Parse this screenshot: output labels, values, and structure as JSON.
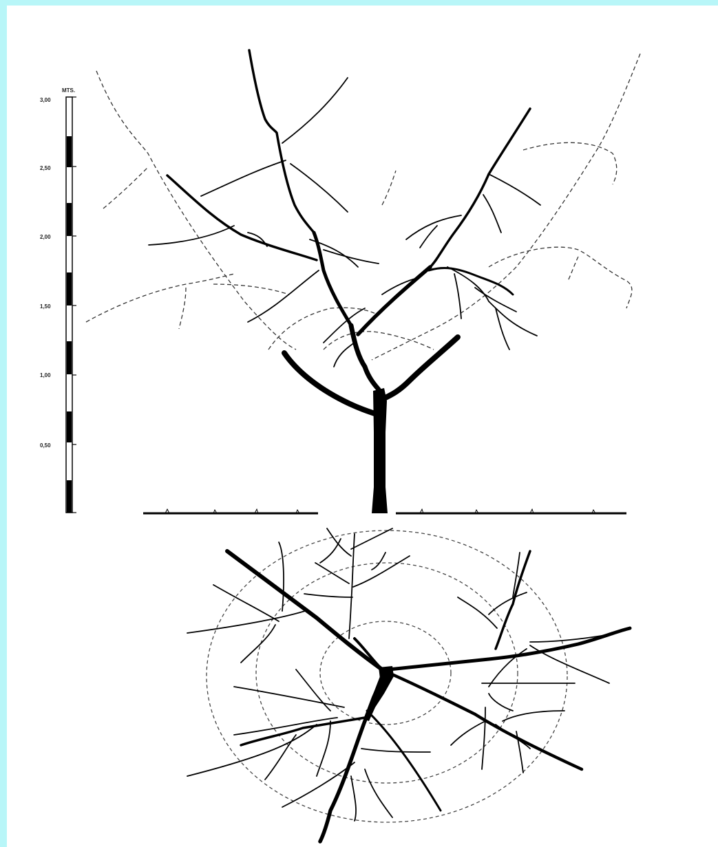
{
  "scale": {
    "unit": "MTS.",
    "labels": [
      "3,00",
      "2,50",
      "2,00",
      "1,50",
      "1,00",
      "0,50"
    ]
  },
  "colors": {
    "background": "#b8f6f8",
    "paper": "#ffffff",
    "ink": "#000000"
  }
}
